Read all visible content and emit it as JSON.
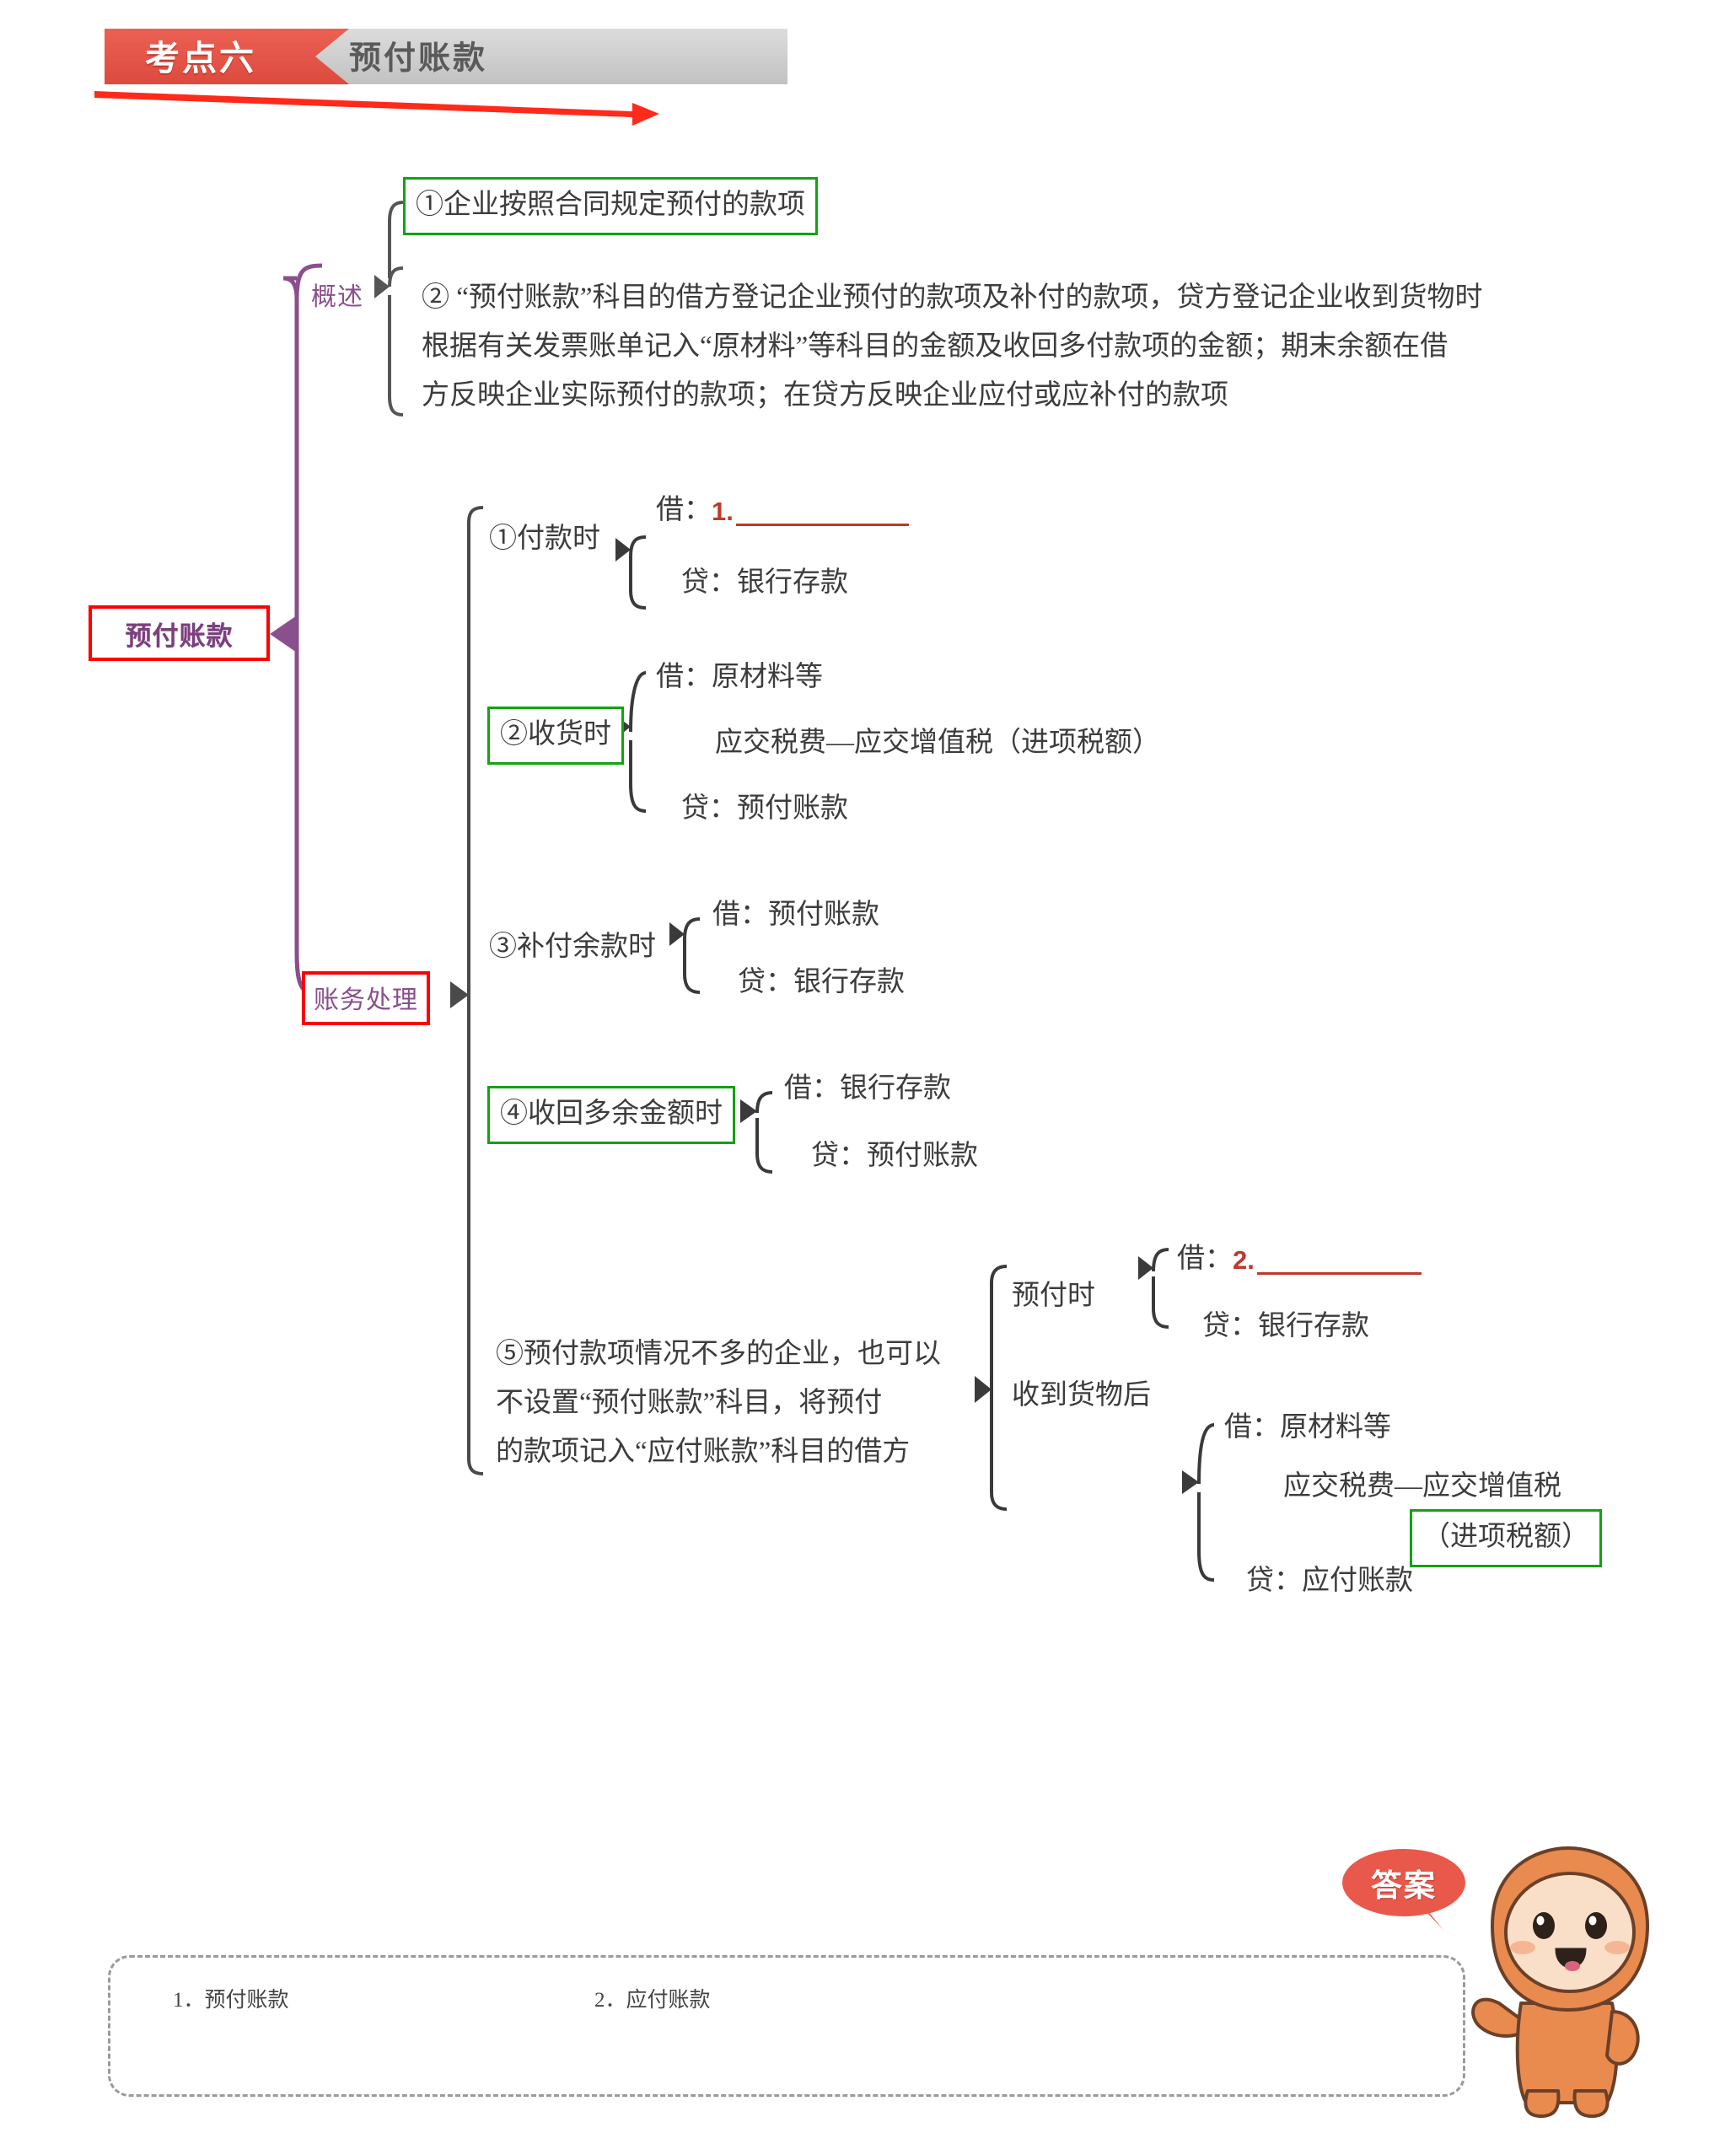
{
  "header": {
    "badge_label": "考点六",
    "title": "预付账款",
    "badge_color": "#e8544a",
    "title_bg_color": "#cfcfcf",
    "arrow_color": "#ff2a19"
  },
  "root": {
    "label": "预付账款",
    "text_color": "#7b3f7e",
    "border_color": "#ff0000"
  },
  "branches": {
    "overview": {
      "label": "概述",
      "items": [
        {
          "id": "overview-1",
          "text": "①企业按照合同规定预付的款项",
          "boxed": "green"
        },
        {
          "id": "overview-2",
          "text": "② “预付账款”科目的借方登记企业预付的款项及补付的款项，贷方登记企业收到货物时\n根据有关发票账单记入“原材料”等科目的金额及收回多付款项的金额；期末余额在借\n方反映企业实际预付的款项；在贷方反映企业应付或应补付的款项",
          "boxed": "none"
        }
      ]
    },
    "accounting": {
      "label": "账务处理",
      "boxed": "red",
      "items": [
        {
          "id": "acc-1",
          "title": "①付款时",
          "boxed": "none",
          "entries": [
            {
              "prefix": "借：",
              "blank_number": "1.",
              "value": ""
            },
            {
              "prefix": "贷：",
              "value": "银行存款"
            }
          ]
        },
        {
          "id": "acc-2",
          "title": "②收货时",
          "boxed": "green",
          "entries": [
            {
              "prefix": "借：",
              "value": "原材料等"
            },
            {
              "prefix": "",
              "value": "应交税费—应交增值税（进项税额）"
            },
            {
              "prefix": "贷：",
              "value": "预付账款"
            }
          ]
        },
        {
          "id": "acc-3",
          "title": "③补付余款时",
          "boxed": "none",
          "entries": [
            {
              "prefix": "借：",
              "value": "预付账款"
            },
            {
              "prefix": "贷：",
              "value": "银行存款"
            }
          ]
        },
        {
          "id": "acc-4",
          "title": "④收回多余金额时",
          "boxed": "green",
          "entries": [
            {
              "prefix": "借：",
              "value": "银行存款"
            },
            {
              "prefix": "贷：",
              "value": "预付账款"
            }
          ]
        },
        {
          "id": "acc-5",
          "title": "⑤预付款项情况不多的企业，也可以\n不设置“预付账款”科目，将预付\n的款项记入“应付账款”科目的借方",
          "boxed": "none",
          "subbranches": [
            {
              "id": "acc-5-a",
              "title": "预付时",
              "entries": [
                {
                  "prefix": "借：",
                  "blank_number": "2.",
                  "value": ""
                },
                {
                  "prefix": "贷：",
                  "value": "银行存款"
                }
              ]
            },
            {
              "id": "acc-5-b",
              "title": "收到货物后",
              "entries": [
                {
                  "prefix": "借：",
                  "value": "原材料等"
                },
                {
                  "prefix": "",
                  "value": "应交税费—应交增值税"
                },
                {
                  "prefix": "",
                  "value": "（进项税额）",
                  "boxed": "green"
                },
                {
                  "prefix": "贷：",
                  "value": "应付账款"
                }
              ]
            }
          ]
        }
      ]
    }
  },
  "answers": {
    "bubble_label": "答案",
    "items": [
      {
        "num": "1.",
        "text": "预付账款",
        "full": "1．预付账款"
      },
      {
        "num": "2.",
        "text": "应付账款",
        "full": "2．应付账款"
      }
    ]
  },
  "mascot": {
    "name": "orange-bear-mascot",
    "body_color": "#e98a4f",
    "face_color": "#fadfc8",
    "outline_color": "#6b4028"
  }
}
